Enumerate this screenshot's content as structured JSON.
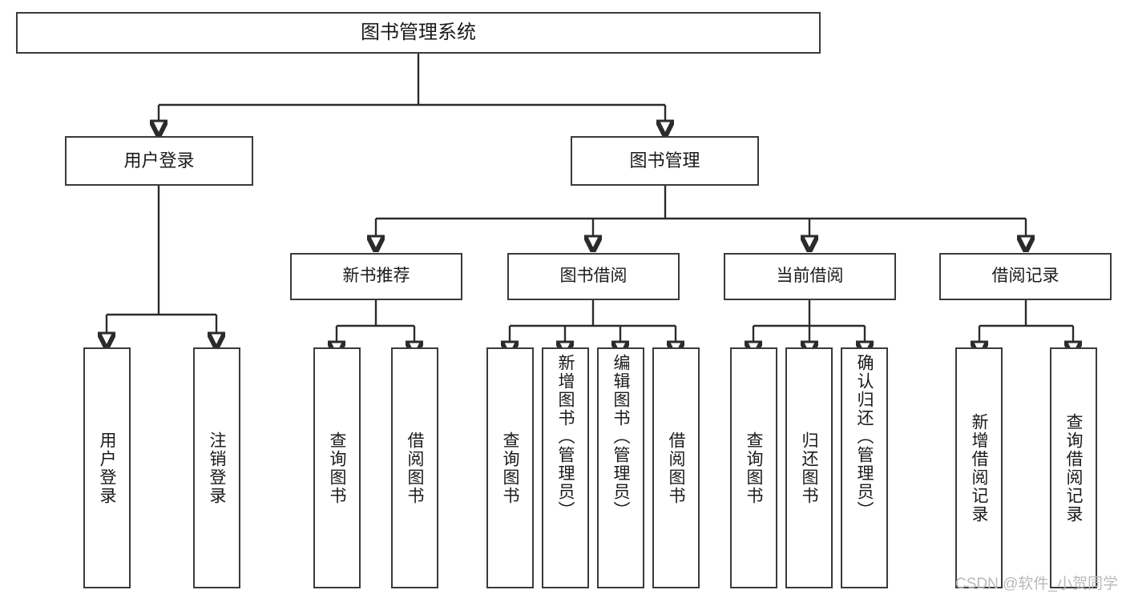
{
  "diagram": {
    "title": "图书管理系统",
    "type": "tree-hierarchy",
    "root": {
      "label": "图书管理系统"
    },
    "level2": [
      {
        "label": "用户登录"
      },
      {
        "label": "图书管理"
      }
    ],
    "level3": [
      {
        "label": "新书推荐"
      },
      {
        "label": "图书借阅"
      },
      {
        "label": "当前借阅"
      },
      {
        "label": "借阅记录"
      }
    ],
    "leaves": {
      "user_login": [
        {
          "label": "用户登录"
        },
        {
          "label": "注销登录"
        }
      ],
      "new_book_recommend": [
        {
          "label": "查询图书"
        },
        {
          "label": "借阅图书"
        }
      ],
      "book_borrow": [
        {
          "label": "查询图书"
        },
        {
          "label": "新增图书（管理员）"
        },
        {
          "label": "编辑图书（管理员）"
        },
        {
          "label": "借阅图书"
        }
      ],
      "current_borrow": [
        {
          "label": "查询图书"
        },
        {
          "label": "归还图书"
        },
        {
          "label": "确认归还（管理员）"
        }
      ],
      "borrow_record": [
        {
          "label": "新增借阅记录"
        },
        {
          "label": "查询借阅记录"
        }
      ]
    }
  },
  "watermark": {
    "text": "CSDN @软件_小贺同学"
  },
  "colors": {
    "border": "#3a3a3a",
    "line": "#2b2b2b",
    "text": "#1a1a1a",
    "background": "#ffffff",
    "watermark": "#b9b9b9"
  }
}
